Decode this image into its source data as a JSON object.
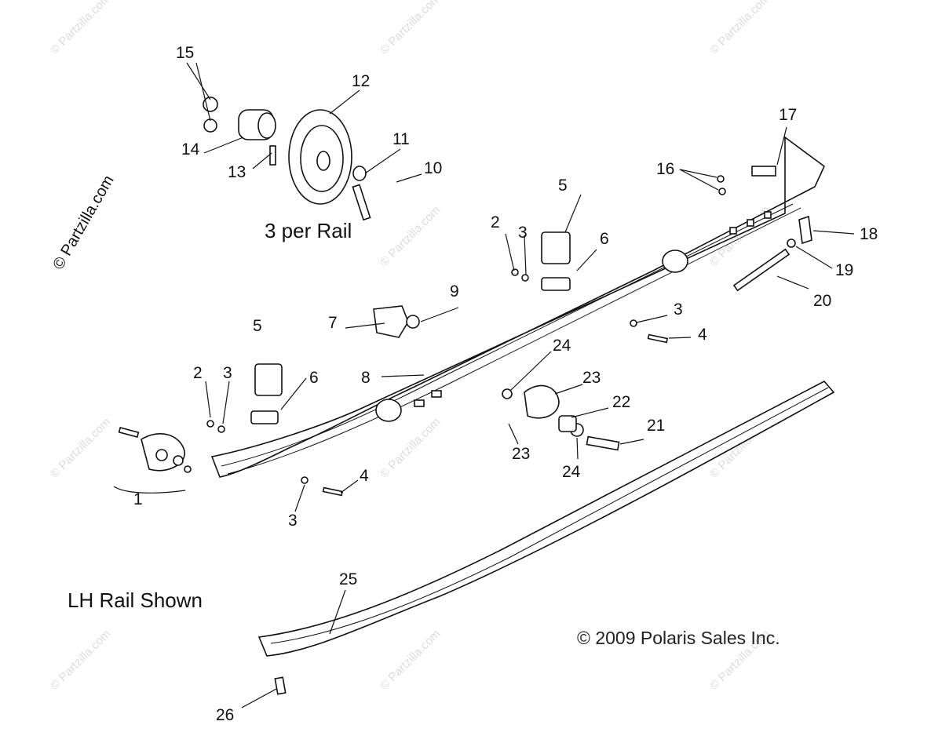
{
  "diagram": {
    "callouts": [
      "1",
      "2",
      "3",
      "4",
      "5",
      "6",
      "7",
      "8",
      "9",
      "10",
      "11",
      "12",
      "13",
      "14",
      "15",
      "16",
      "17",
      "18",
      "19",
      "20",
      "21",
      "22",
      "23",
      "24",
      "25",
      "26"
    ],
    "captions": {
      "per_rail": "3 per Rail",
      "rail_shown": "LH Rail Shown",
      "copyright": "© 2009 Polaris Sales Inc."
    },
    "watermark": "© Partzilla.com"
  }
}
